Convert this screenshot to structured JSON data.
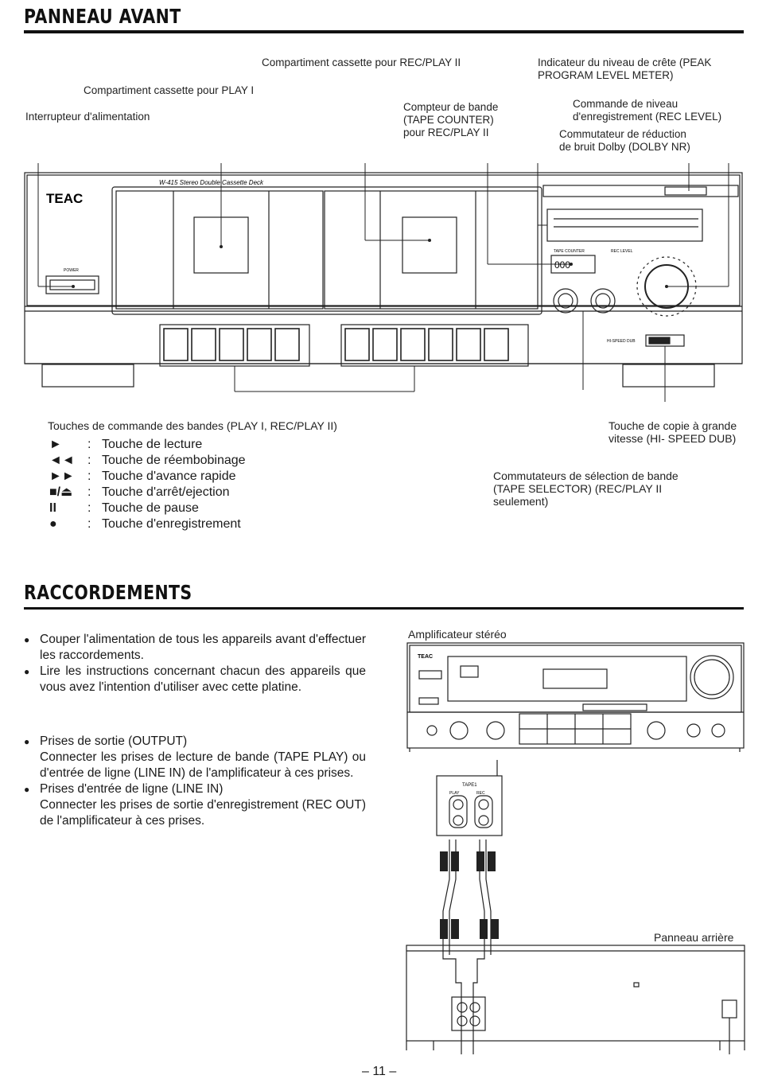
{
  "front_panel": {
    "title": "PANNEAU AVANT",
    "callouts": {
      "cassette_rec_play": "Compartiment cassette pour REC/PLAY II",
      "cassette_play": "Compartiment cassette pour PLAY I",
      "power_switch": "Interrupteur d'alimentation",
      "tape_counter": [
        "Compteur de bande",
        "(TAPE COUNTER)",
        "pour REC/PLAY II"
      ],
      "peak_meter": [
        "Indicateur du niveau de crête (PEAK",
        "PROGRAM LEVEL METER)"
      ],
      "rec_level": [
        "Commande de niveau",
        "d'enregistrement (REC LEVEL)"
      ],
      "dolby": [
        "Commutateur de réduction",
        "de bruit Dolby (DOLBY NR)"
      ],
      "transport_keys": "Touches de commande des bandes (PLAY I, REC/PLAY II)",
      "hi_speed_dub": [
        "Touche de copie à grande",
        "vitesse (HI- SPEED DUB)"
      ],
      "tape_selector": [
        "Commutateurs de sélection de bande",
        "(TAPE SELECTOR) (REC/PLAY II",
        "seulement)"
      ]
    },
    "key_legend": [
      {
        "symbol": "►",
        "text": "Touche de lecture"
      },
      {
        "symbol": "◄◄",
        "text": "Touche de réembobinage"
      },
      {
        "symbol": "►►",
        "text": "Touche d'avance rapide"
      },
      {
        "symbol": "■/⏏",
        "text": "Touche d'arrêt/ejection"
      },
      {
        "symbol": "II",
        "text": "Touche de pause"
      },
      {
        "symbol": "●",
        "text": "Touche d'enregistrement"
      }
    ],
    "deck": {
      "brand": "TEAC",
      "model": "W-415 Stereo Double Cassette Deck",
      "power_label": "POWER",
      "tape_counter_label": "TAPE COUNTER",
      "counter_value": "000",
      "rec_level_label": "REC LEVEL",
      "hi_speed_label": "HI-SPEED DUB"
    }
  },
  "connections": {
    "title": "RACCORDEMENTS",
    "bullets": [
      "Couper l'alimentation de tous les appareils avant d'effectuer les raccordements.",
      "Lire les instructions concernant chacun des appareils que vous avez l'intention d'utiliser avec cette platine."
    ],
    "items": [
      {
        "heading": "Prises de sortie (OUTPUT)",
        "body": "Connecter les prises de lecture de bande (TAPE PLAY) ou d'entrée de ligne (LINE IN) de l'amplificateur à ces prises."
      },
      {
        "heading": "Prises d'entrée de ligne (LINE IN)",
        "body": "Connecter les prises de sortie d'enregistrement (REC OUT) de l'amplificateur à ces prises."
      }
    ],
    "amplifier_label": "Amplificateur stéréo",
    "rear_panel_label": "Panneau arrière",
    "amp_brand": "TEAC",
    "jack_block_title": "TAPE1",
    "jack_play": "PLAY",
    "jack_rec": "REC"
  },
  "page": {
    "number": "– 11 –"
  }
}
